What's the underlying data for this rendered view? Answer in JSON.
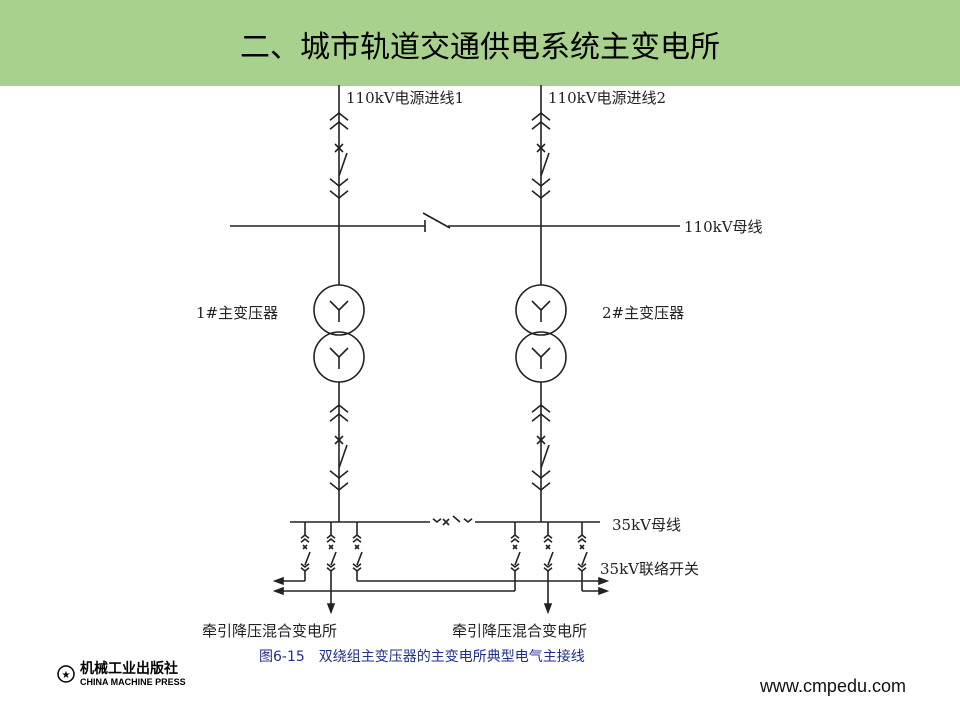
{
  "slide": {
    "title": "二、城市轨道交通供电系统主变电所"
  },
  "diagram": {
    "incoming_1": "110kV电源进线1",
    "incoming_2": "110kV电源进线2",
    "bus_110": "110kV母线",
    "transformer_1": "1#主变压器",
    "transformer_2": "2#主变压器",
    "bus_35": "35kV母线",
    "tie_switch": "35kV联络开关",
    "substation_left": "牵引降压混合变电所",
    "substation_right": "牵引降压混合变电所",
    "caption": "图6-15　双绕组主变压器的主变电所典型电气主接线"
  },
  "footer": {
    "publisher_cn": "机械工业出版社",
    "publisher_en": "CHINA MACHINE PRESS",
    "url": "www.cmpedu.com"
  },
  "colors": {
    "title_bar": "#a9d18e",
    "caption": "#1f2f8a"
  }
}
